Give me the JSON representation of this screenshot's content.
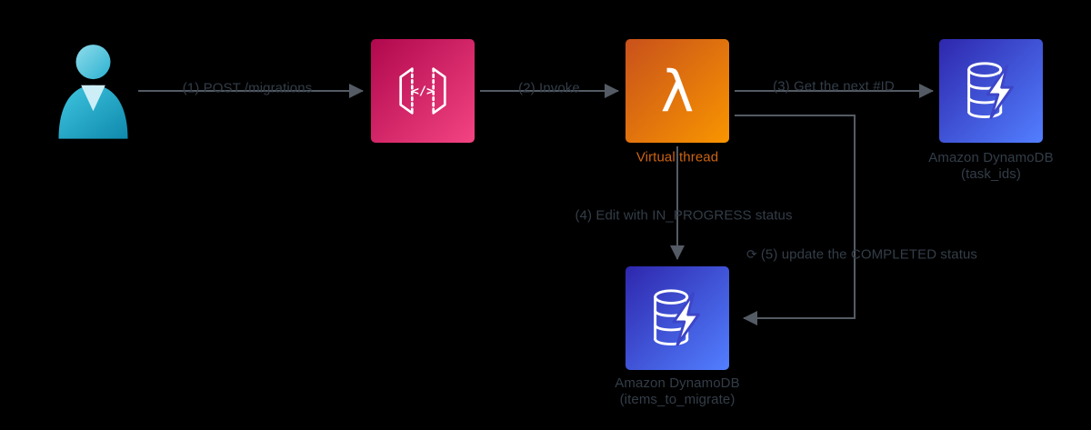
{
  "diagram": {
    "nodes": {
      "user": {
        "icon": "user-person-icon"
      },
      "api_gateway": {
        "icon": "api-gateway-icon"
      },
      "lambda": {
        "icon": "lambda-icon",
        "sublabel": "Virtual thread"
      },
      "dynamodb_ids": {
        "icon": "dynamodb-icon",
        "label": "Amazon DynamoDB",
        "sublabel": "(task_ids)"
      },
      "dynamodb_items": {
        "icon": "dynamodb-icon",
        "label": "Amazon DynamoDB",
        "sublabel": "(items_to_migrate)"
      }
    },
    "edges": {
      "user_to_api": "(1) POST /migrations",
      "api_to_lambda": "(2) Invoke",
      "lambda_to_ids_table": "(3) Get the next #ID",
      "lambda_to_items_table": "(4) Edit with IN_PROGRESS status",
      "return_to_items_table": "(5) update the COMPLETED status",
      "return_icon": "⟳"
    },
    "colors": {
      "background": "#000000",
      "arrow": "#545B64",
      "label_text": "#333D48",
      "lambda_sublabel": "#CE6413",
      "user_teal": "#1FA9CC",
      "api_gateway_gradient_start": "#B0084D",
      "api_gateway_gradient_end": "#F34482",
      "lambda_gradient_start": "#C8511B",
      "lambda_gradient_end": "#F99500",
      "dynamodb_gradient_start": "#2E27AD",
      "dynamodb_gradient_end": "#527FFF"
    }
  }
}
